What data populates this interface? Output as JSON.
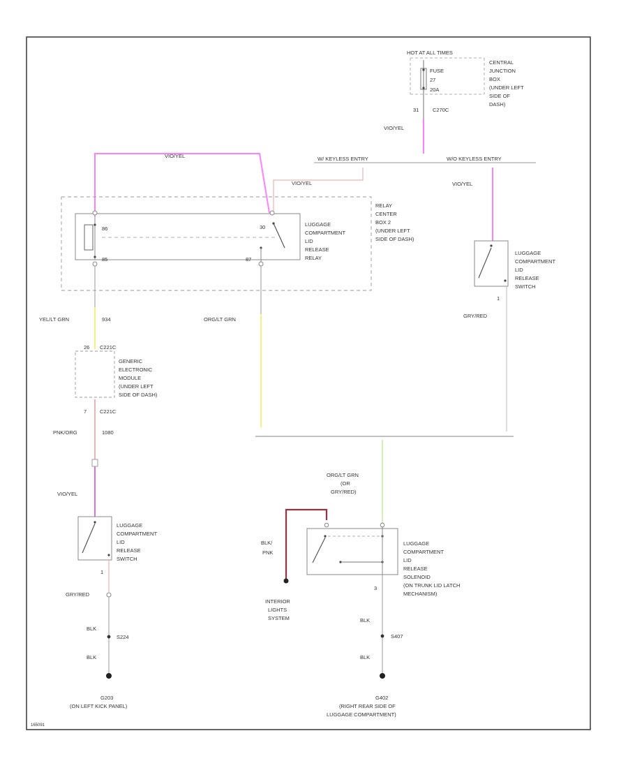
{
  "colors": {
    "frame": "#444444",
    "wire_default": "#9a9a9a",
    "wire_violet_yellow": "#ff80ff",
    "wire_violet_yellow_bottom": "#e070e0",
    "wire_light_pink": "#f0a0a0",
    "wire_yellow": "#f0f060",
    "wire_light_green": "#c0f0a0",
    "wire_dark_red": "#a03040",
    "wire_dashed": "#999999",
    "text": "#333333"
  },
  "labels": {
    "hot_at_all_times": "HOT AT ALL TIMES",
    "fuse": "FUSE",
    "fuse_number": "27",
    "fuse_amps": "20A",
    "central_junction_box": [
      "CENTRAL",
      "JUNCTION",
      "BOX",
      "(UNDER LEFT",
      "SIDE OF",
      "DASH)"
    ],
    "cjb_pin": "31",
    "cjb_connector": "C270C",
    "vio_yel_top": "VIO/YEL",
    "wire_top_left": "VIO/YEL",
    "w_keyless_entry": "W/ KEYLESS ENTRY",
    "wo_keyless_entry": "W/O KEYLESS ENTRY",
    "vio_yel_relay": "VIO/YEL",
    "vio_yel_right": "VIO/YEL",
    "relay_pin_86": "86",
    "relay_pin_30": "30",
    "relay_pin_85": "85",
    "relay_pin_87": "87",
    "relay_name": [
      "LUGGAGE",
      "COMPARTMENT",
      "LID",
      "RELEASE",
      "RELAY"
    ],
    "relay_center": [
      "RELAY",
      "CENTER",
      "BOX 2",
      "(UNDER LEFT",
      "SIDE OF DASH)"
    ],
    "switch_right": [
      "LUGGAGE",
      "COMPARTMENT",
      "LID",
      "RELEASE",
      "SWITCH"
    ],
    "switch_right_pin": "1",
    "yel_lt_grn": "YEL/LT GRN",
    "yel_lt_grn_num": "934",
    "org_lt_grn": "ORG/LT GRN",
    "gry_red_right": "GRY/RED",
    "gem_pin": "26",
    "gem_connector_top": "C221C",
    "gem_name": [
      "GENERIC",
      "ELECTRONIC",
      "MODULE",
      "(UNDER LEFT",
      "SIDE OF DASH)"
    ],
    "gem_pin_bottom": "7",
    "gem_connector_bottom": "C221C",
    "pnk_org": "PNK/ORG",
    "pnk_org_num": "1080",
    "vio_yel_left": "VIO/YEL",
    "switch_left": [
      "LUGGAGE",
      "COMPARTMENT",
      "LID",
      "RELEASE",
      "SWITCH"
    ],
    "switch_left_pin": "1",
    "gry_red_left": "GRY/RED",
    "blk_left_1": "BLK",
    "splice_left": "S224",
    "blk_left_2": "BLK",
    "ground_left": [
      "G203",
      "(ON LEFT KICK PANEL)"
    ],
    "solenoid_wire": [
      "ORG/LT GRN",
      "(OR",
      "GRY/RED)"
    ],
    "blk_pnk": [
      "BLK/",
      "PNK"
    ],
    "interior_lights": [
      "INTERIOR",
      "LIGHTS",
      "SYSTEM"
    ],
    "solenoid_name": [
      "LUGGAGE",
      "COMPARTMENT",
      "LID",
      "RELEASE",
      "SOLENOID",
      "(ON TRUNK LID LATCH",
      "MECHANISM)"
    ],
    "solenoid_pin": "3",
    "blk_right_1": "BLK",
    "splice_right": "S407",
    "blk_right_2": "BLK",
    "ground_right": [
      "G402",
      "(RIGHT REAR SIDE OF",
      "LUGGAGE COMPARTMENT)"
    ],
    "footer_code": "165091"
  }
}
